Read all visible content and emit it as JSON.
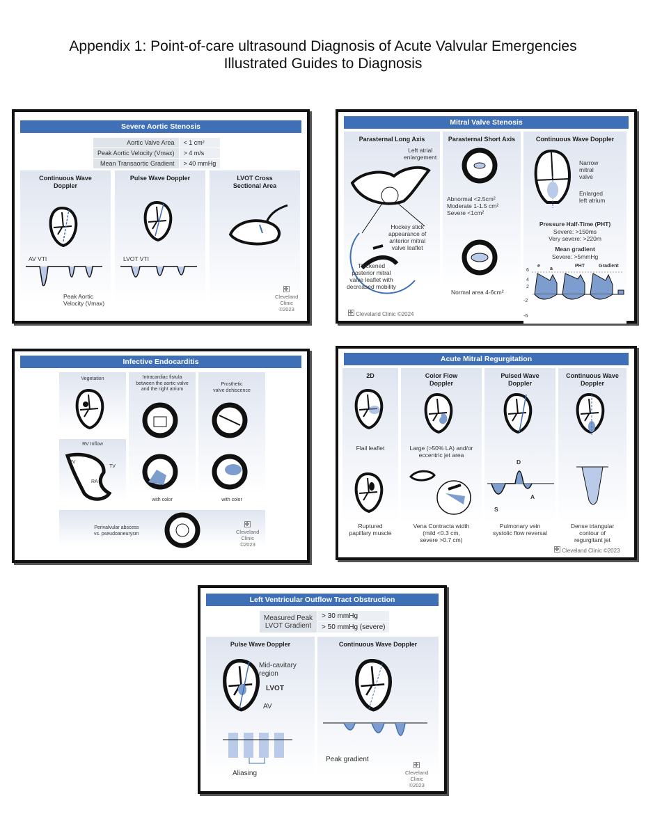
{
  "title": {
    "line1": "Appendix 1: Point-of-care ultrasound Diagnosis of Acute Valvular Emergencies",
    "line2": "Illustrated Guides to Diagnosis"
  },
  "aortic": {
    "banner": "Severe Aortic Stenosis",
    "rows": [
      {
        "k": "Aortic Valve Area",
        "v": "< 1 cm²"
      },
      {
        "k": "Peak Aortic Velocity (Vmax)",
        "v": "> 4 m/s"
      },
      {
        "k": "Mean Transaortic Gradient",
        "v": "> 40 mmHg"
      }
    ],
    "col1": "Continuous Wave\nDoppler",
    "col2": "Pulse Wave Doppler",
    "col3": "LVOT Cross\nSectional Area",
    "av_vti": "AV VTI",
    "lvot_vti": "LVOT VTI",
    "peak": "Peak Aortic\nVelocity (Vmax)",
    "logo": "Cleveland\nClinic\n©2023"
  },
  "mitral_stenosis": {
    "banner": "Mitral Valve Stenosis",
    "col1": "Parasternal Long Axis",
    "col2": "Parasternal Short Axis",
    "col3": "Continuous Wave Doppler",
    "left_atrial": "Left atrial\nenlargement",
    "hockey": "Hockey stick\nappearance of\nanterior mitral\nvalve leaflet",
    "thickened": "Thickened\nposterior mitral\nvalve leaflet with\ndecreased mobility",
    "abnormal": "Abnormal <2.5cm²\nModerate 1-1.5 cm²\nSevere <1cm²",
    "normal": "Normal area 4-6cm²",
    "narrow": "Narrow\nmitral\nvalve",
    "enlarged": "Enlarged\nleft atrium",
    "pht_title": "Pressure Half-Time (PHT)",
    "pht_vals": "Severe: >150ms\nVery severe: >220m",
    "mg_title": "Mean gradient",
    "mg_val": "Severe: >5mmHg",
    "wave_e": "e",
    "wave_a": "a",
    "wave_pht": "PHT",
    "wave_gradient": "Gradient",
    "yticks": [
      "6",
      "4",
      "2",
      "-2",
      "-6"
    ],
    "logo": "Cleveland Clinic  ©2024"
  },
  "endocarditis": {
    "banner": "Infective Endocarditis",
    "vegetation": "Vegetation",
    "fistula": "Intracardiac fistula\nbetween the aortic valve\nand the right atrium",
    "prosthetic": "Prosthetic\nvalve dehiscence",
    "rv_inflow": "RV Inflow",
    "rv": "RV",
    "tv": "TV",
    "ra": "RA",
    "with_color1": "with color",
    "with_color2": "with color",
    "abscess": "Perivalvular abscess\nvs. pseudoaneurysm",
    "logo": "Cleveland\nClinic\n©2023"
  },
  "mitral_regurg": {
    "banner": "Acute Mitral Regurgitation",
    "col1": "2D",
    "col2": "Color Flow\nDoppler",
    "col3": "Pulsed Wave\nDoppler",
    "col4": "Continuous Wave\nDoppler",
    "flail": "Flail leaflet",
    "ruptured": "Ruptured\npapillary muscle",
    "large": "Large (>50% LA) and/or\neccentric jet area",
    "vena": "Vena Contracta width\n(mild <0.3 cm,\nsevere >0.7 cm)",
    "d": "D",
    "s": "S",
    "a": "A",
    "pulm": "Pulmonary vein\nsystolic flow reversal",
    "dense": "Dense triangular\ncontour of\nregurgitant jet",
    "logo": "Cleveland Clinic  ©2023"
  },
  "lvot": {
    "banner": "Left Ventricular Outflow Tract Obstruction",
    "label": "Measured Peak\nLVOT Gradient",
    "v1": "> 30 mmHg",
    "v2": "> 50 mmHg (severe)",
    "col1": "Pulse Wave Doppler",
    "col2": "Continuous Wave Doppler",
    "mid": "Mid-cavitary\nregion",
    "lvot": "LVOT",
    "av": "AV",
    "aliasing": "Aliasing",
    "peak": "Peak gradient",
    "logo": "Cleveland\nClinic\n©2023"
  }
}
